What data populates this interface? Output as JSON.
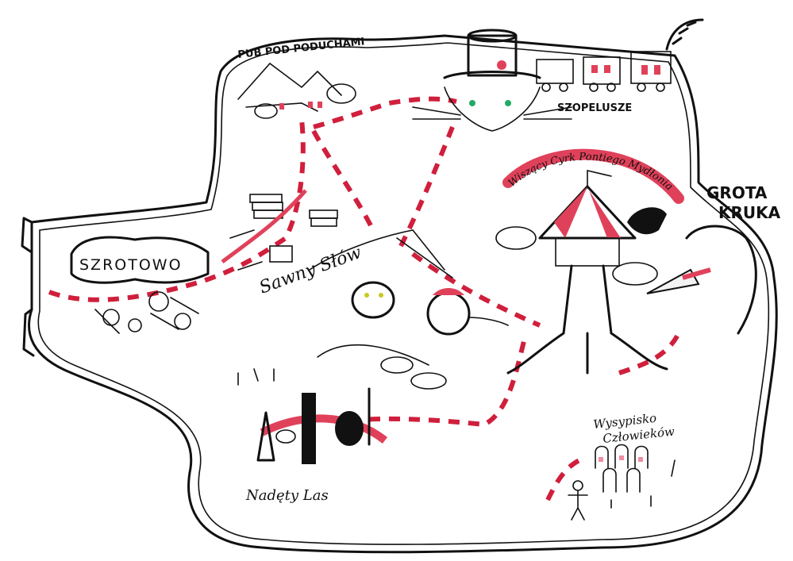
{
  "map": {
    "places": {
      "pub": "PUB POD PODUCHAMI",
      "szopelusze": "SZOPELUSZE",
      "cyrk": "Wiszący Cyrk Pontiego Mydłonia",
      "grota_line1": "GROTA",
      "grota_line2": "KRUKA",
      "szrotowo": "SZROTOWO",
      "sawny": "Sawny Słów",
      "nadety": "Nadęty Las",
      "wysypisko_line1": "Wysypisko",
      "wysypisko_line2": "Człowieków"
    },
    "colors": {
      "ink": "#111111",
      "trail": "#d01f3c",
      "accent": "#e0415a",
      "paper": "#ffffff"
    },
    "icons": [
      "top-hat-cat-icon",
      "train-icon",
      "raccoon-tail-icon",
      "circus-tent-icon",
      "crow-icon",
      "book-pile-icon",
      "otter-icon",
      "beaver-icon",
      "musical-instrument-icon",
      "skeleton-icon",
      "tombstone-icon",
      "pillow-icon"
    ]
  }
}
